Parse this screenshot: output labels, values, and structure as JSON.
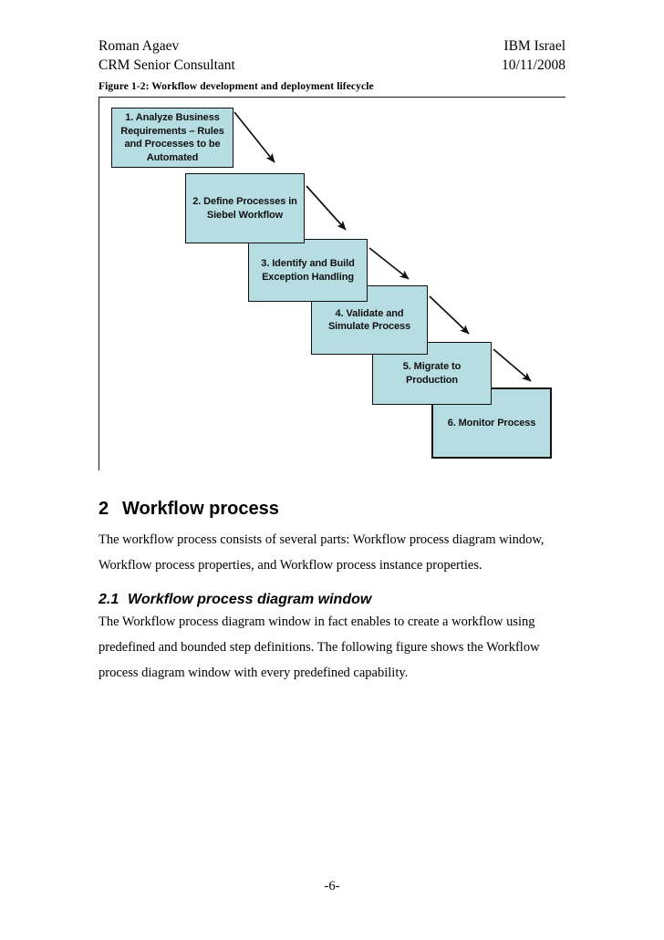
{
  "header": {
    "author": "Roman Agaev",
    "role": "CRM Senior Consultant",
    "company": "IBM Israel",
    "date": "10/11/2008"
  },
  "figure": {
    "caption": "Figure 1-2: Workflow development and deployment lifecycle",
    "box_fill_color": "#b6dde2",
    "box_border_color": "#101010",
    "arrow_color": "#111111",
    "steps": [
      {
        "id": "step-1",
        "label": "1. Analyze Business Requirements – Rules and Processes to be Automated"
      },
      {
        "id": "step-2",
        "label": "2. Define Processes in Siebel Workflow"
      },
      {
        "id": "step-3",
        "label": "3. Identify and Build Exception Handling"
      },
      {
        "id": "step-4",
        "label": "4. Validate and Simulate Process"
      },
      {
        "id": "step-5",
        "label": "5. Migrate to Production"
      },
      {
        "id": "step-6",
        "label": "6. Monitor Process"
      }
    ]
  },
  "sections": {
    "s2": {
      "number": "2",
      "title": "Workflow process",
      "paragraph": "The workflow process consists of several parts: Workflow process diagram window, Workflow process properties, and Workflow process instance properties."
    },
    "s21": {
      "number": "2.1",
      "title": "Workflow process diagram window",
      "paragraph": "The Workflow process diagram window in fact enables to create a workflow using predefined and bounded step definitions. The following figure shows the Workflow process diagram window with every predefined capability."
    }
  },
  "footer": {
    "page_number": "-6-"
  }
}
